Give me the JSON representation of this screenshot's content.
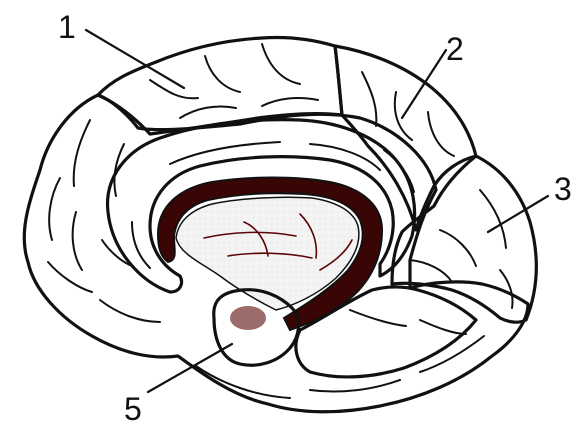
{
  "labels": [
    {
      "id": "1",
      "text": "1"
    },
    {
      "id": "2",
      "text": "2"
    },
    {
      "id": "3",
      "text": "3"
    },
    {
      "id": "5",
      "text": "5"
    }
  ],
  "regions": [
    {
      "id": "1",
      "color": "#ee6f72"
    },
    {
      "id": "2",
      "color": "#ec7b2a"
    },
    {
      "id": "3",
      "color": "#9b2f6e"
    },
    {
      "id": "5",
      "color": "#3c0204"
    }
  ],
  "base_colors": {
    "cortex": "#f1f1f1",
    "corpus_callosum": "#3a0505",
    "outline": "#111111",
    "background": "#ffffff"
  }
}
